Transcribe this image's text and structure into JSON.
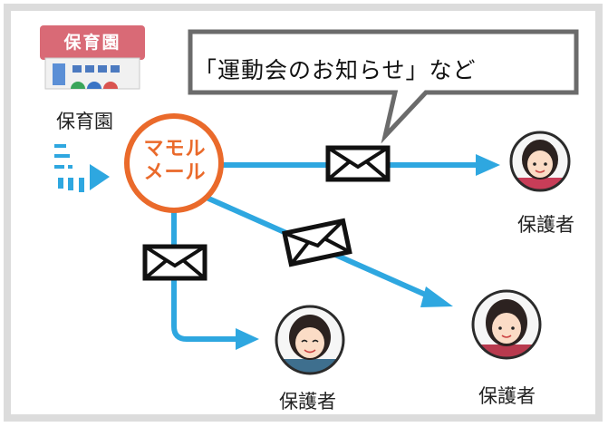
{
  "nursery": {
    "sign_text": "保育園",
    "label": "保育園"
  },
  "hub": {
    "line1": "マモル",
    "line2": "メール"
  },
  "callout": {
    "text": "「運動会のお知らせ」など"
  },
  "recipients": [
    {
      "label": "保護者"
    },
    {
      "label": "保護者"
    },
    {
      "label": "保護者"
    }
  ],
  "colors": {
    "arrow": "#2ea7e0",
    "hub_border": "#ea6a2b",
    "frame": "#dcdcdc",
    "callout_border": "#6b6b6b"
  },
  "icons": [
    "nursery-building-icon",
    "envelope-icon",
    "parent-avatar-icon"
  ]
}
